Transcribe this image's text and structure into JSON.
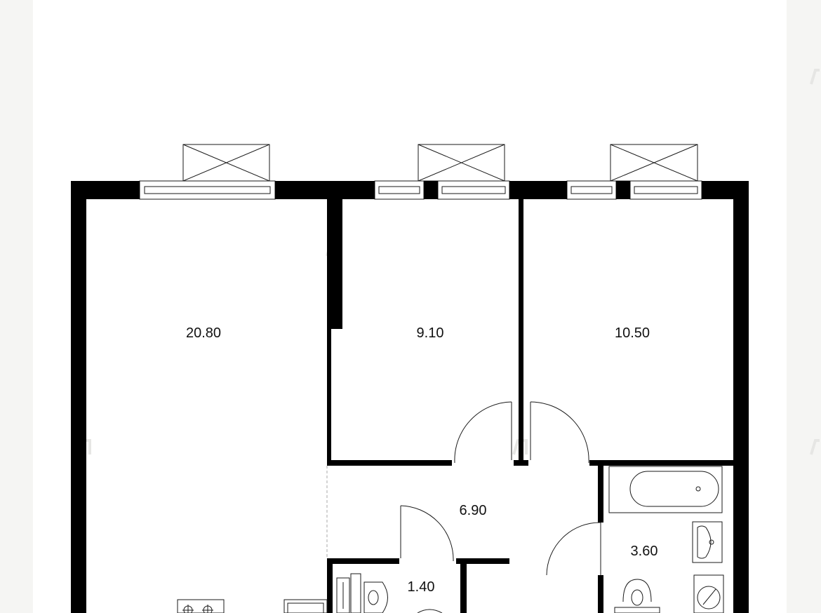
{
  "plan": {
    "rooms": [
      {
        "id": "living-room",
        "area": "20.80"
      },
      {
        "id": "bedroom-1",
        "area": "9.10"
      },
      {
        "id": "bedroom-2",
        "area": "10.50"
      },
      {
        "id": "hallway",
        "area": "6.90"
      },
      {
        "id": "bathroom",
        "area": "3.60"
      },
      {
        "id": "toilet",
        "area": "1.40"
      }
    ]
  },
  "colors": {
    "wall": "#000000",
    "line": "#1a1a1a",
    "paper": "#ffffff",
    "background": "#f5f5f3",
    "watermark": "#ececea"
  }
}
